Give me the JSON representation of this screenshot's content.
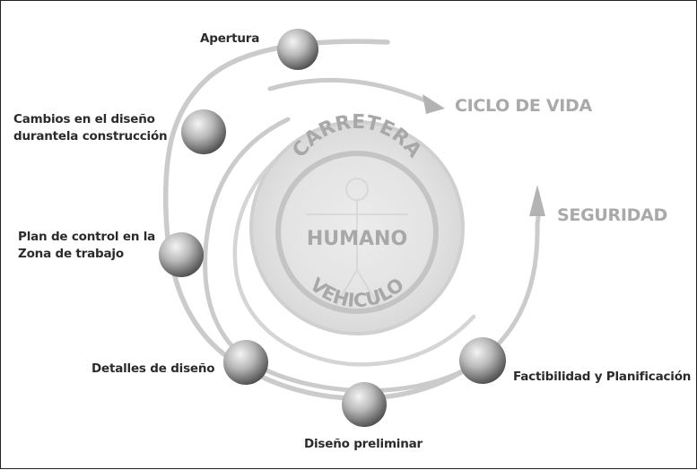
{
  "stages": {
    "apertura": "Apertura",
    "cambios_line1": "Cambios en el diseño",
    "cambios_line2": "durantela construcción",
    "plan_line1": "Plan de control en la",
    "plan_line2": "Zona de trabajo",
    "detalles": "Detalles de diseño",
    "preliminar": "Diseño preliminar",
    "factibilidad": "Factibilidad y Planificación"
  },
  "cycles": {
    "ciclo_de_vida": "CICLO DE VIDA",
    "seguridad": "SEGURIDAD"
  },
  "center": {
    "carretera": "CARRETERA",
    "humano": "HUMANO",
    "vehiculo": "VEHICULO"
  },
  "colors": {
    "ring": "#c8c8c8",
    "arrow": "#b4b4b4",
    "text_dark": "#2b2b2b",
    "text_gray": "#a9a9a9",
    "node_highlight": "#f2f2f2",
    "node_shadow": "#4a4a4a"
  }
}
